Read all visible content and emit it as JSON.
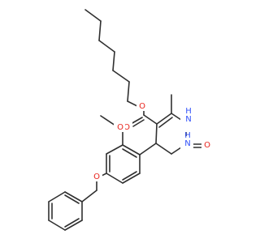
{
  "molecule": {
    "atom_labels": {
      "o_ester_single": "O",
      "o_ester_carbonyl": "O",
      "o_methoxy": "O",
      "o_benzyloxy": "O",
      "o_urea_carbonyl": "O",
      "n_ring_top": "H\nN",
      "n_ring_bottom": "H\nN"
    },
    "colors": {
      "bond": "#303030",
      "oxygen": "#e8221b",
      "nitrogen": "#3050f8",
      "background": "#ffffff"
    }
  }
}
